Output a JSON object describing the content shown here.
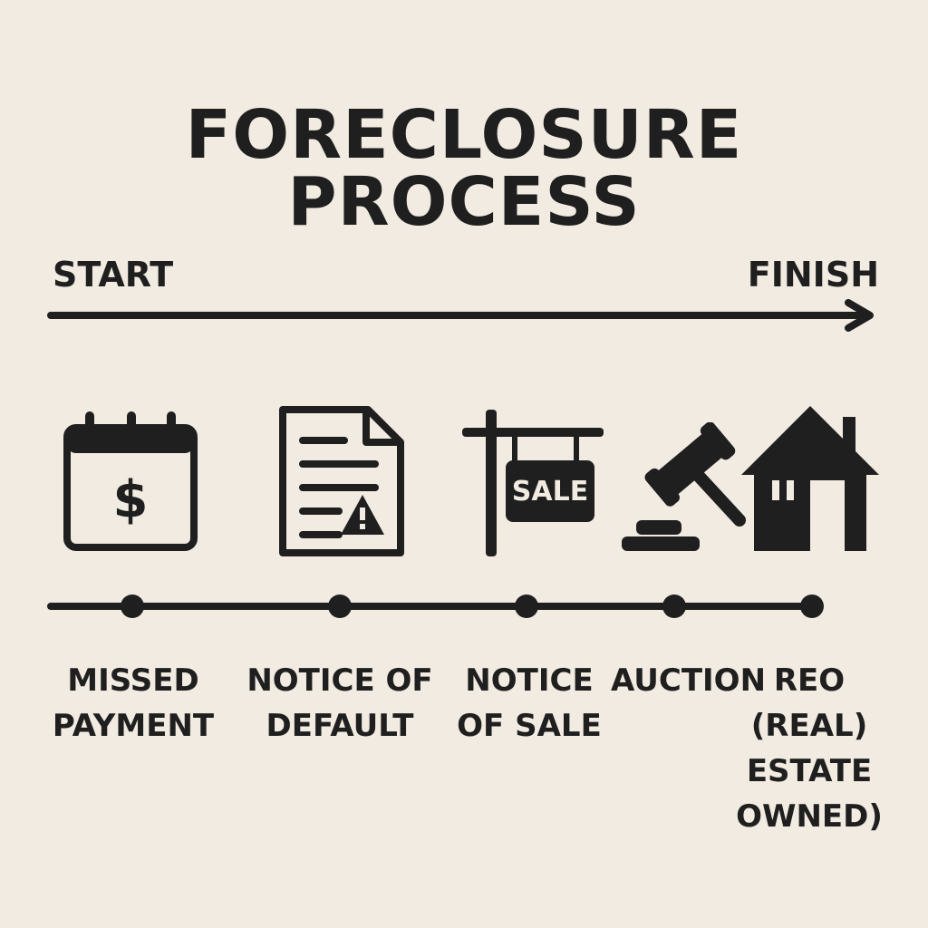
{
  "title": "FORECLOSURE PROCESS",
  "start_label": "START",
  "finish_label": "FINISH",
  "steps": [
    {
      "label_lines": [
        "MISSED",
        "PAYMENT"
      ],
      "icon": "calendar-dollar-icon"
    },
    {
      "label_lines": [
        "NOTICE OF",
        "DEFAULT"
      ],
      "icon": "document-warning-icon"
    },
    {
      "label_lines": [
        "NOTICE",
        "OF SALE"
      ],
      "icon": "sale-sign-icon"
    },
    {
      "label_lines": [
        "AUCTION"
      ],
      "icon": "gavel-icon"
    },
    {
      "label_lines": [
        "REO",
        "(REAL)",
        "ESTATE",
        "OWNED)"
      ],
      "icon": "house-icon"
    }
  ],
  "sign_text": "SALE",
  "calendar_symbol": "$",
  "colors": {
    "background": "#f2ebe1",
    "ink": "#1f1f1f"
  }
}
